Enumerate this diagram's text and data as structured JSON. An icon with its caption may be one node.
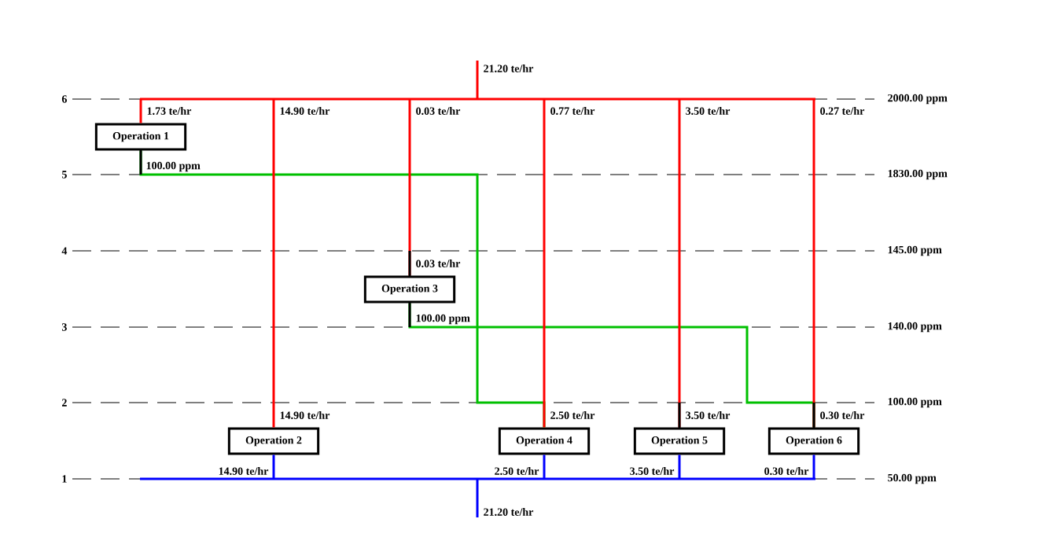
{
  "diagram": {
    "nodes": [
      {
        "text": [
          "Operation 1"
        ]
      },
      {
        "text": [
          "Operation 2"
        ]
      },
      {
        "text": [
          "Operation 3"
        ]
      },
      {
        "text": [
          "Operation 4"
        ]
      },
      {
        "text": [
          "Operation 5"
        ]
      },
      {
        "text": [
          "Operation 6"
        ]
      }
    ],
    "edges": [
      {
        "from": 0,
        "to": 3,
        "arrow": "none",
        "color": "#00c000"
      },
      {
        "from": 2,
        "to": 5,
        "arrow": "none",
        "color": "#00c000"
      },
      {
        "from": null,
        "to": 0,
        "arrow": "none",
        "label": "1.73 te/hr"
      },
      {
        "from": null,
        "to": 1,
        "arrow": "none",
        "label": "14.90 te/hr"
      },
      {
        "from": null,
        "to": 2,
        "arrow": "none",
        "label": "0.03 te/hr"
      },
      {
        "from": null,
        "to": 3,
        "arrow": "none",
        "label": "0.77 te/hr"
      },
      {
        "from": null,
        "to": 4,
        "arrow": "none",
        "label": "3.50 te/hr"
      },
      {
        "from": null,
        "to": 5,
        "arrow": "none",
        "label": "0.27 te/hr"
      },
      {
        "from": 1,
        "to": null,
        "arrow": "none",
        "label": "14.90 te/hr",
        "color": "#0000ff"
      },
      {
        "from": 3,
        "to": null,
        "arrow": "none",
        "label": "2.50 te/hr",
        "color": "#0000ff"
      },
      {
        "from": 4,
        "to": null,
        "arrow": "none",
        "label": "3.50 te/hr",
        "color": "#0000ff"
      },
      {
        "from": 5,
        "to": null,
        "arrow": "none",
        "label": "0.30 te/hr",
        "color": "#0000ff"
      }
    ],
    "labels": [
      "21.20 te/hr",
      "6",
      "2000.00 ppm",
      "100.00 ppm",
      "5",
      "1830.00 ppm",
      "4",
      "145.00 ppm",
      "0.03 te/hr",
      "100.00 ppm",
      "3",
      "140.00 ppm",
      "2",
      "100.00 ppm",
      "14.90 te/hr",
      "2.50 te/hr",
      "3.50 te/hr",
      "0.30 te/hr",
      "1",
      "50.00 ppm",
      "21.20 te/hr"
    ]
  }
}
